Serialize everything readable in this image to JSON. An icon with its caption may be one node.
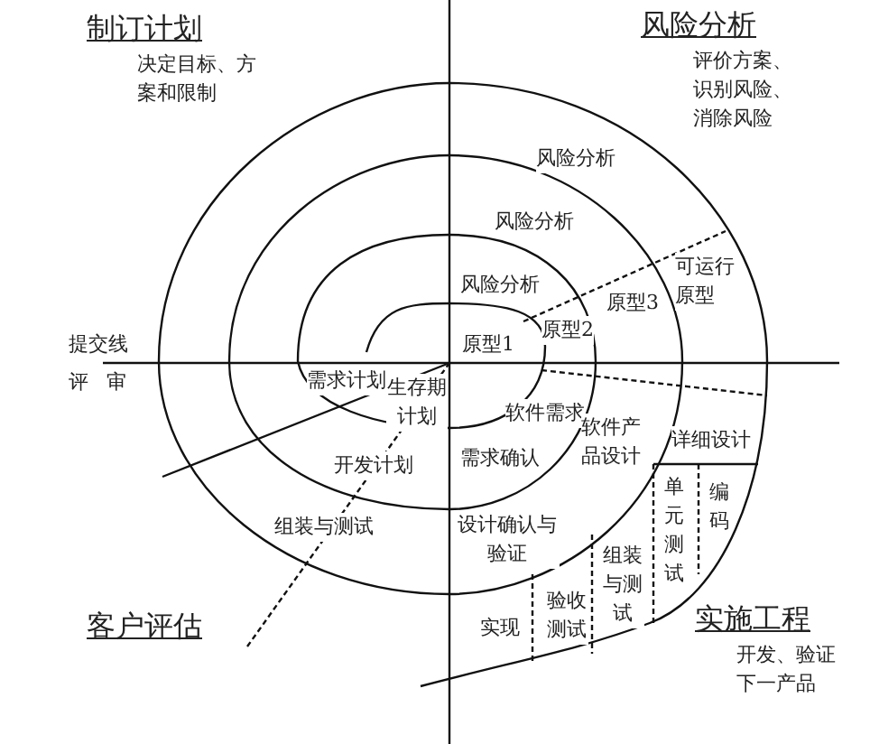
{
  "diagram": {
    "labels": [
      "制订计划",
      "决定目标、方案和限制",
      "风险分析",
      "评价方案、识别风险、消除风险",
      "风险分析",
      "风险分析",
      "可运行原型",
      "风险分析",
      "原型3",
      "原型2",
      "提交线",
      "原型1",
      "评审",
      "需求计划",
      "生存期计划",
      "软件需求",
      "软件产品设计",
      "详细设计",
      "开发计划",
      "需求确认",
      "单元测试",
      "编码",
      "组装与测试",
      "设计确认与验证",
      "组装与测试",
      "客户评估",
      "实现",
      "验收测试",
      "实施工程",
      "开发、验证下一产品"
    ]
  }
}
